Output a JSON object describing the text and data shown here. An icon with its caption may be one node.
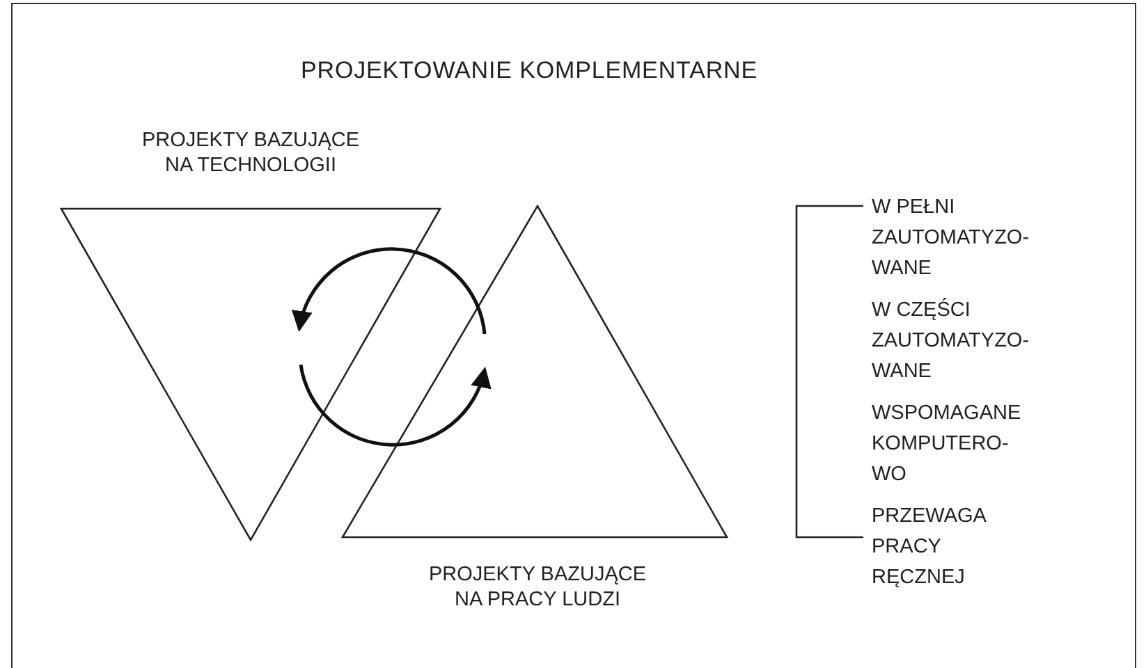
{
  "diagram": {
    "title": "PROJEKTOWANIE KOMPLEMENTARNE",
    "nodes": [
      {
        "text": [],
        "shape": "triangle",
        "beside": [
          "PROJEKTY BAZUJĄCE NA TECHNOLOGII"
        ]
      },
      {
        "text": [],
        "shape": "triangle",
        "beside": [
          "PROJEKTY BAZUJĄCE NA PRACY LUDZI"
        ]
      }
    ],
    "edges": [
      {
        "from": 1,
        "to": 0,
        "arrow": "to"
      },
      {
        "from": 0,
        "to": 1,
        "arrow": "to"
      }
    ],
    "labels": [
      "W PEŁNI ZAUTOMATYZO- WANE",
      "W CZĘŚCI ZAUTOMATYZO- WANE",
      "WSPOMAGANE KOMPUTERO- WO",
      "PRZEWAGA PRACY RĘCZNEJ"
    ]
  }
}
